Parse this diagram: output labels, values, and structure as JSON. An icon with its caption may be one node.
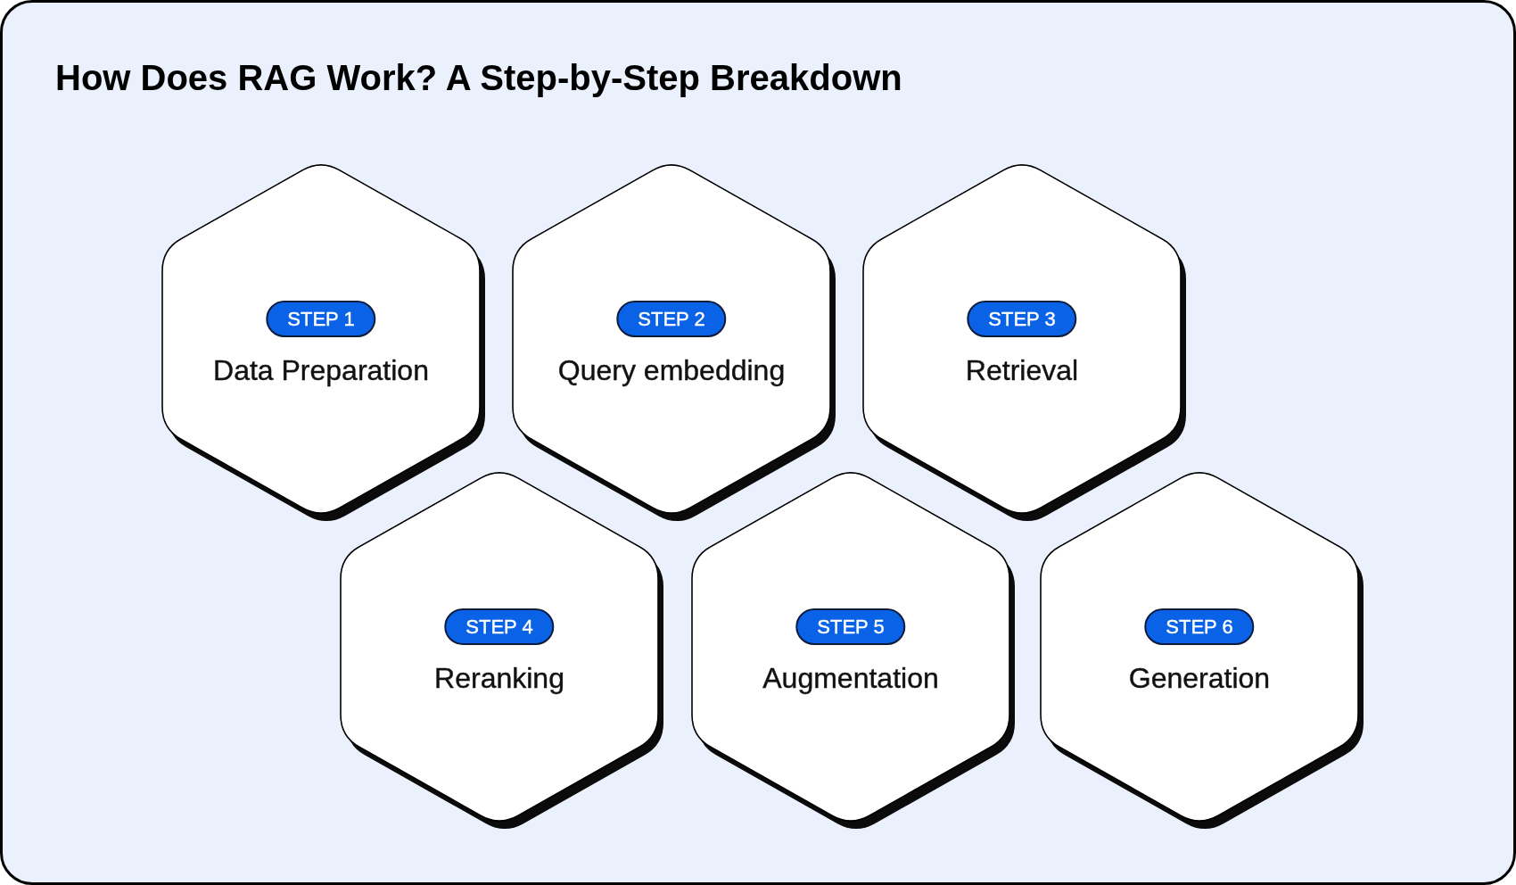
{
  "diagram": {
    "title": "How Does RAG Work? A Step-by-Step Breakdown",
    "nodes": [
      {
        "text": [
          "Data Preparation"
        ]
      },
      {
        "text": [
          "STEP 1"
        ],
        "in": 0
      },
      {
        "text": [
          "Query embedding"
        ]
      },
      {
        "text": [
          "STEP 2"
        ],
        "in": 2
      },
      {
        "text": [
          "Retrieval"
        ]
      },
      {
        "text": [
          "STEP 3"
        ],
        "in": 4
      },
      {
        "text": [
          "Reranking"
        ]
      },
      {
        "text": [
          "STEP 4"
        ],
        "in": 6
      },
      {
        "text": [
          "Augmentation"
        ]
      },
      {
        "text": [
          "STEP 5"
        ],
        "in": 8
      },
      {
        "text": [
          "Generation"
        ]
      },
      {
        "text": [
          "STEP 6"
        ],
        "in": 10
      }
    ]
  }
}
